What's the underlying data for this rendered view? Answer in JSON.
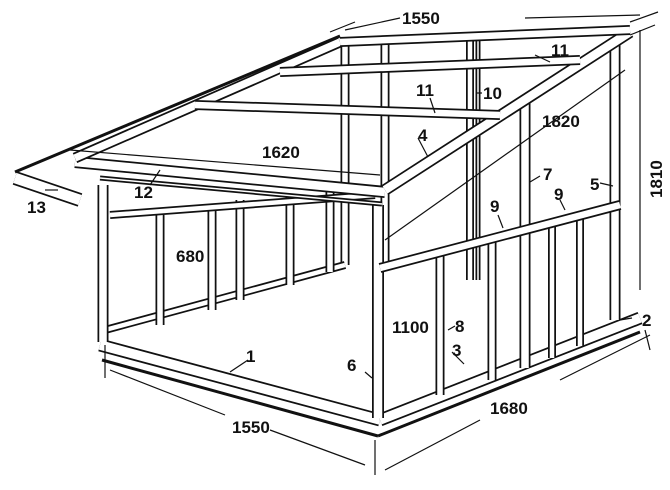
{
  "diagram": {
    "type": "lean-to shed frame, isometric line drawing",
    "dimensions": {
      "top_width": "1550",
      "bottom_width": "1550",
      "depth": "1680",
      "height_back": "1810",
      "rafter_length": "1820",
      "front_beam_length": "1620",
      "window_height": "680",
      "rail_height": "1100"
    },
    "part_labels": {
      "p1": "1",
      "p2": "2",
      "p3": "3",
      "p4": "4",
      "p5": "5",
      "p6": "6",
      "p7": "7",
      "p8": "8",
      "p9a": "9",
      "p9b": "9",
      "p10": "10",
      "p11a": "11",
      "p11b": "11",
      "p12": "12",
      "p13": "13"
    },
    "colors": {
      "ink": "#111111",
      "paper": "#ffffff"
    }
  }
}
